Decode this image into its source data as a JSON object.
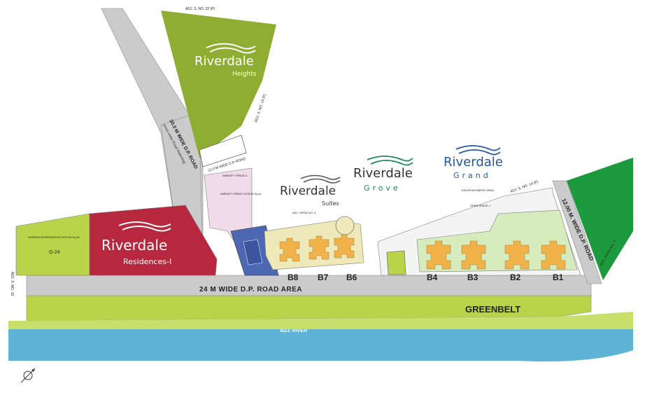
{
  "colors": {
    "road": "#cbcbcb",
    "road_edge": "#8c8c8c",
    "greenbelt": "#b9d34a",
    "river": "#5fb3d5",
    "heights": "#8dae33",
    "residences": "#b7283e",
    "dark_green": "#1d9a3d",
    "suites_lawn": "#efe8b8",
    "grand_lawn": "#d6ecbc",
    "amenity": "#f0dbe8",
    "tower": "#f2b24a",
    "blue_block": "#4d68b2",
    "brand_green": "#1a8a5a",
    "brand_blue": "#25579b"
  },
  "brands": {
    "heights": {
      "name": "Riverdale",
      "sub": "Heights"
    },
    "residences": {
      "name": "Riverdale",
      "sub": "Residences-I"
    },
    "suites": {
      "name": "Riverdale",
      "sub": "Suites"
    },
    "grove": {
      "name": "Riverdale",
      "sub": "Grove"
    },
    "grand": {
      "name": "Riverdale",
      "sub": "Grand"
    }
  },
  "roads": {
    "main": "24 M WIDE D.P. ROAD AREA",
    "diagonal": "30.0 M WIDE D.P. ROAD",
    "diagonal_sub": "(Area under Road Widening)",
    "small": "12.0 M WIDE D.P. ROAD",
    "right": "12.00 M. WIDE D.P. ROAD"
  },
  "areas": {
    "greenbelt": "GREENBELT",
    "river": "ADJ. RIVER",
    "garden": "GARDEN RESERVATION 5479.66 SQ.M.",
    "g24": "G-24",
    "amenity1": "AMENITY SPACE-1",
    "amenity_space": "AMENITY SPACE 2478.25 Sq.m.",
    "open_space": "OPEN SPACE-1",
    "encroach": "ENCROACHMENT AREA",
    "hissa": "ADJ. HISSA NO. 4"
  },
  "adjacent": {
    "top": "ADJ. S. NO. 22 (P)",
    "right_top": "ADJ. S. NO. 14 (P)",
    "grand_top": "ADJ. S. NO. 14 (P)",
    "right_edge": "ADJ. HISSA NO. 4",
    "left_edge": "ADJ. S. NO. 16"
  },
  "buildings": {
    "suites": [
      "B8",
      "B7",
      "B6"
    ],
    "grand": [
      "B4",
      "B3",
      "B2",
      "B1"
    ]
  }
}
